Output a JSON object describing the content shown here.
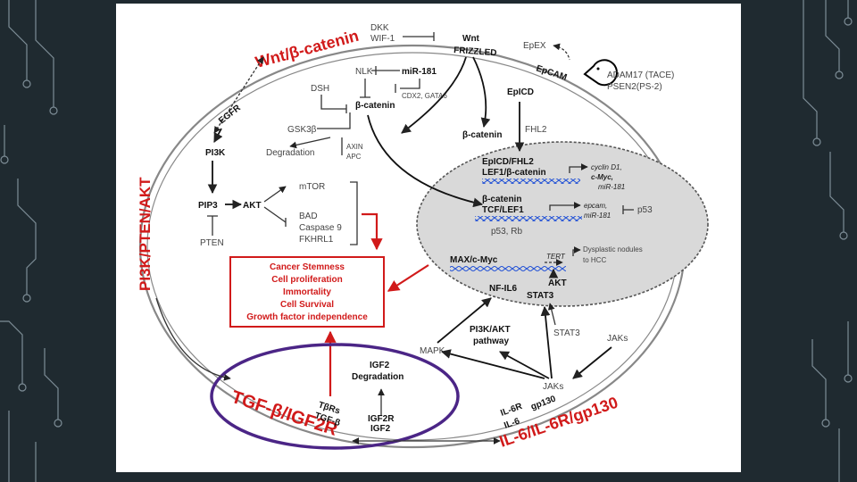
{
  "pathways": {
    "wnt": "Wnt/β-catenin",
    "pi3k": "PI3K/PTEN/AKT",
    "tgf": "TGF-β/IGF2R",
    "il6": "IL-6/IL-6R/gp130"
  },
  "wnt_nodes": {
    "dkk": "DKK",
    "wif1": "WIF-1",
    "wnt": "Wnt",
    "frizzled": "FRIZZLED",
    "nlk": "NLK",
    "mir181": "miR-181",
    "cdx2": "CDX2, GATA6",
    "dsh": "DSH",
    "bcat": "β-catenin",
    "gsk3b": "GSK3β",
    "degradation": "Degradation",
    "axin": "AXIN",
    "apc": "APC",
    "bcat2": "β-catenin",
    "fhl2": "FHL2"
  },
  "epcam_nodes": {
    "epex": "EpEX",
    "epcam": "EpCAM",
    "adam17": "ADAM17 (TACE)",
    "psen2": "PSEN2(PS-2)",
    "epicd": "EpICD"
  },
  "pi3k_nodes": {
    "egfr": "EGFR",
    "pi3k": "PI3K",
    "pip3": "PIP3",
    "akt": "AKT",
    "pten": "PTEN",
    "mtor": "mTOR",
    "bad": "BAD",
    "caspase9": "Caspase 9",
    "fkhrl1": "FKHRL1"
  },
  "outcomes": [
    "Cancer Stemness",
    "Cell proliferation",
    "Immortality",
    "Cell Survival",
    "Growth factor independence"
  ],
  "nucleus": {
    "epicd_fhl2": "EpICD/FHL2",
    "lef1_bcat": "LEF1/β-catenin",
    "cyclin": "cyclin D1,",
    "cmyc": "c-Myc,",
    "mir181": "miR-181",
    "bcat": "β-catenin",
    "tcf": "TCF/LEF1",
    "epcam": "epcam,",
    "mir181b": "miR-181",
    "p53": "p53",
    "p53rb": "p53, Rb",
    "max": "MAX/c-Myc",
    "tert": "TERT",
    "dysplastic": "Dysplastic nodules",
    "to_hcc": "to HCC",
    "akt": "AKT",
    "nfil6": "NF-IL6",
    "stat3": "STAT3"
  },
  "il6_nodes": {
    "pi3k_akt": "PI3K/AKT",
    "pathway": "pathway",
    "stat3": "STAT3",
    "mapk": "MAPK",
    "jaks1": "JAKs",
    "jaks2": "JAKs",
    "il6r": "IL-6R",
    "il6": "IL-6",
    "gp130": "gp130"
  },
  "tgf_nodes": {
    "igf2": "IGF2",
    "degradation": "Degradation",
    "tbrs": "TβRs",
    "tgfb": "TGF-β",
    "igf2r": "IGF2R",
    "igf2b": "IGF2"
  },
  "colors": {
    "background": "#1f2a30",
    "panel": "#ffffff",
    "accent_red": "#d11a1a",
    "highlight_ring": "#4b2586",
    "nucleus_fill": "#d9d9d9",
    "decor_lines": "#7d8d96"
  }
}
